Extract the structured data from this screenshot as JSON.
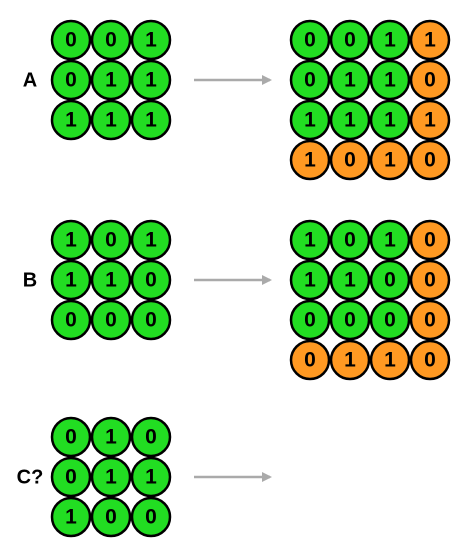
{
  "colors": {
    "input_fill": "#22dd22",
    "parity_fill": "#ff9922",
    "circle_stroke": "#000000",
    "arrow": "#aaaaaa"
  },
  "puzzles": [
    {
      "label": "A",
      "input": [
        [
          "0",
          "0",
          "1"
        ],
        [
          "0",
          "1",
          "1"
        ],
        [
          "1",
          "1",
          "1"
        ]
      ],
      "output": [
        [
          "0",
          "0",
          "1",
          "1"
        ],
        [
          "0",
          "1",
          "1",
          "0"
        ],
        [
          "1",
          "1",
          "1",
          "1"
        ],
        [
          "1",
          "0",
          "1",
          "0"
        ]
      ]
    },
    {
      "label": "B",
      "input": [
        [
          "1",
          "0",
          "1"
        ],
        [
          "1",
          "1",
          "0"
        ],
        [
          "0",
          "0",
          "0"
        ]
      ],
      "output": [
        [
          "1",
          "0",
          "1",
          "0"
        ],
        [
          "1",
          "1",
          "0",
          "0"
        ],
        [
          "0",
          "0",
          "0",
          "0"
        ],
        [
          "0",
          "1",
          "1",
          "0"
        ]
      ]
    },
    {
      "label": "C?",
      "input": [
        [
          "0",
          "1",
          "0"
        ],
        [
          "0",
          "1",
          "1"
        ],
        [
          "1",
          "0",
          "0"
        ]
      ],
      "output": null
    }
  ]
}
